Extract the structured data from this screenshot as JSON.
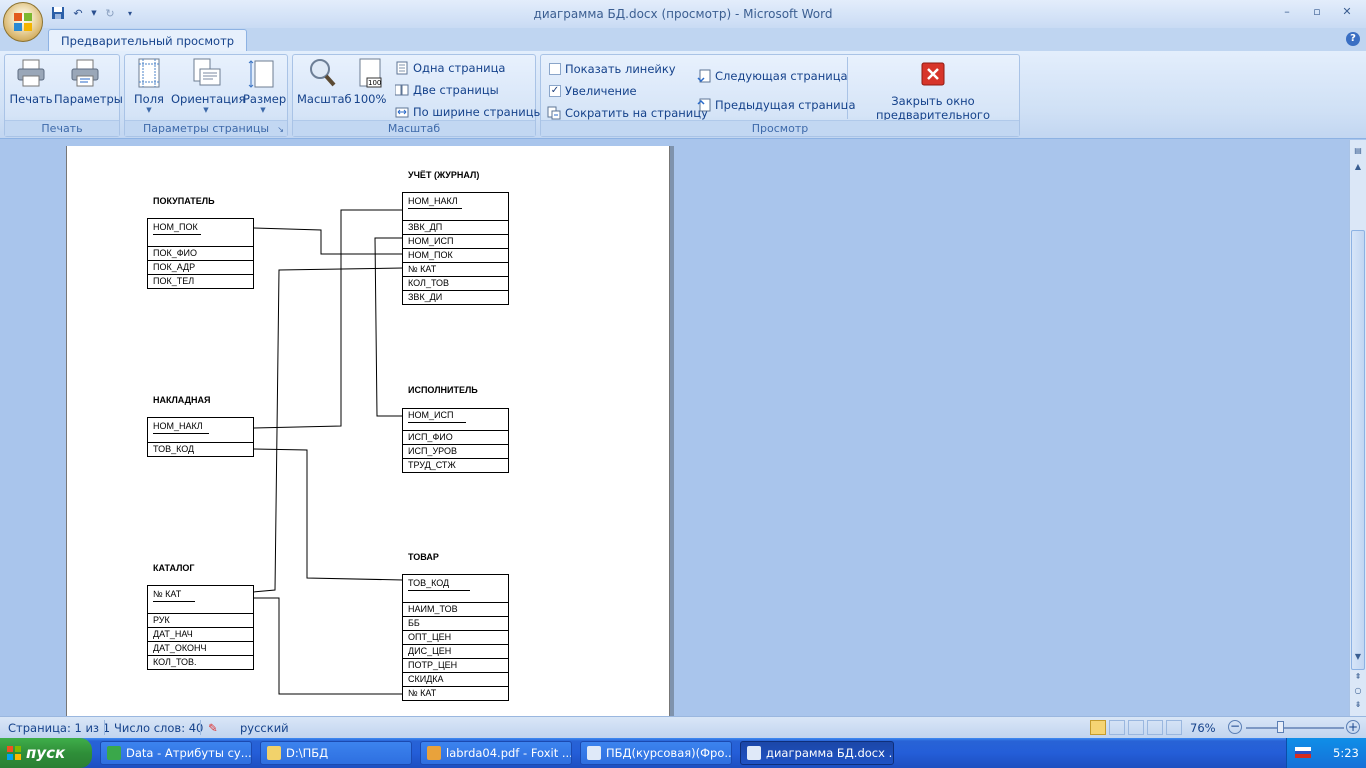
{
  "window": {
    "title": "диаграмма БД.docx (просмотр) - Microsoft Word",
    "controls": [
      "–",
      "▫",
      "✕"
    ]
  },
  "ribbon": {
    "tab": "Предварительный просмотр",
    "groups": {
      "print": {
        "caption": "Печать",
        "print": "Печать",
        "options": "Параметры"
      },
      "page_setup": {
        "caption": "Параметры страницы",
        "margins": "Поля",
        "orientation": "Ориентация",
        "size": "Размер"
      },
      "zoom": {
        "caption": "Масштаб",
        "zoom": "Масштаб",
        "zoom100": "100%",
        "one_page": "Одна страница",
        "two_pages": "Две страницы",
        "page_width": "По ширине страницы"
      },
      "preview": {
        "caption": "Просмотр",
        "show_ruler": "Показать линейку",
        "show_ruler_checked": false,
        "magnifier": "Увеличение",
        "magnifier_checked": true,
        "shrink": "Сократить на страницу",
        "next_page": "Следующая страница",
        "prev_page": "Предыдущая страница",
        "close_line1": "Закрыть окно",
        "close_line2": "предварительного просмотра"
      }
    }
  },
  "diagram": {
    "buyer": {
      "title": "ПОКУПАТЕЛЬ",
      "key": "НОМ_ПОК",
      "fields": [
        "ПОК_ФИО",
        "ПОК_АДР",
        "ПОК_ТЕЛ"
      ]
    },
    "journal": {
      "title": "УЧЁТ (ЖУРНАЛ)",
      "key": "НОМ_НАКЛ",
      "fields": [
        "ЗВК_ДП",
        "НОМ_ИСП",
        "НОМ_ПОК",
        "№ КАТ",
        "КОЛ_ТОВ",
        "ЗВК_ДИ"
      ]
    },
    "invoice": {
      "title": "НАКЛАДНАЯ",
      "key": "НОМ_НАКЛ",
      "fields": [
        "ТОВ_КОД"
      ]
    },
    "executor": {
      "title": "ИСПОЛНИТЕЛЬ",
      "key": "НОМ_ИСП",
      "fields": [
        "ИСП_ФИО",
        "ИСП_УРОВ",
        "ТРУД_СТЖ"
      ]
    },
    "catalog": {
      "title": "КАТАЛОГ",
      "key": "№  КАТ",
      "fields": [
        "РУК",
        "ДАТ_НАЧ",
        "ДАТ_ОКОНЧ",
        "КОЛ_ТОВ."
      ]
    },
    "goods": {
      "title": "ТОВАР",
      "key": "ТОВ_КОД",
      "fields": [
        "НАИМ_ТОВ",
        "ББ",
        "ОПТ_ЦЕН",
        "ДИС_ЦЕН",
        "ПОТР_ЦЕН",
        "СКИДКА",
        "№  КАТ"
      ]
    }
  },
  "status": {
    "page": "Страница: 1 из 1",
    "words": "Число слов: 40",
    "language": "русский",
    "zoom": "76%"
  },
  "taskbar": {
    "start": "пуск",
    "tasks": [
      "Data - Атрибуты су...",
      "D:\\ПБД",
      "labrda04.pdf - Foxit ...",
      "ПБД(курсовая)(Фро...",
      "диаграмма БД.docx ..."
    ],
    "clock": "5:23"
  }
}
